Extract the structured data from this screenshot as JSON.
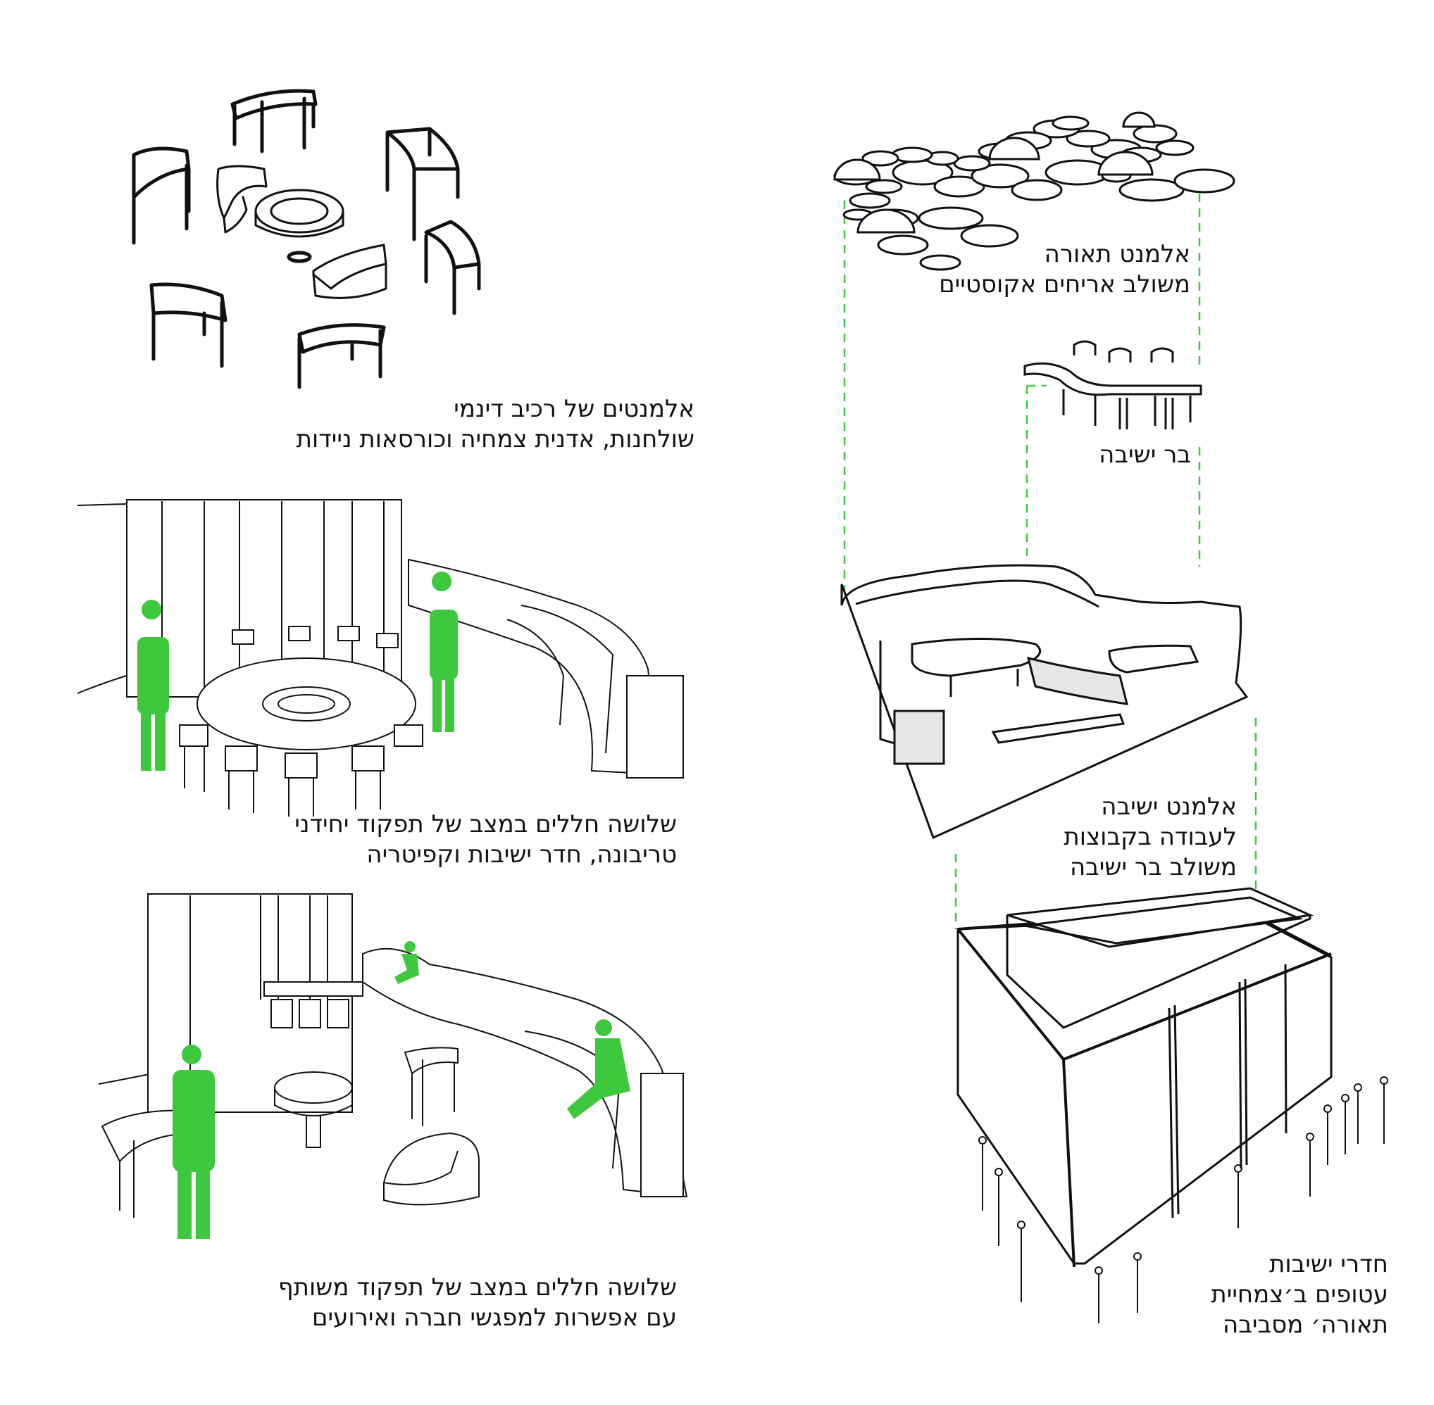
{
  "accent_color": "#3ec83e",
  "line_color": "#111111",
  "captions": {
    "dynamic": {
      "line1": "אלמנטים של רכיב דינמי",
      "line2": "שולחנות, אדנית צמחיה וכורסאות ניידות"
    },
    "individual": {
      "line1": "שלושה חללים במצב של תפקוד יחידני",
      "line2": "טריבונה, חדר ישיבות וקפיטריה"
    },
    "shared": {
      "line1": "שלושה חללים במצב של תפקוד משותף",
      "line2": "עם אפשרות למפגשי חברה ואירועים"
    },
    "lighting": {
      "line1": "אלמנט תאורה",
      "line2": "משולב אריחים אקוסטיים"
    },
    "bar": {
      "line1": "בר ישיבה"
    },
    "group": {
      "line1": "אלמנט ישיבה",
      "line2": "לעבודה בקבוצות",
      "line3": "משולב בר ישיבה"
    },
    "rooms": {
      "line1": "חדרי ישיבות",
      "line2": "עטופים ב׳צמחיית",
      "line3": "תאורה׳ מסביבה"
    }
  }
}
